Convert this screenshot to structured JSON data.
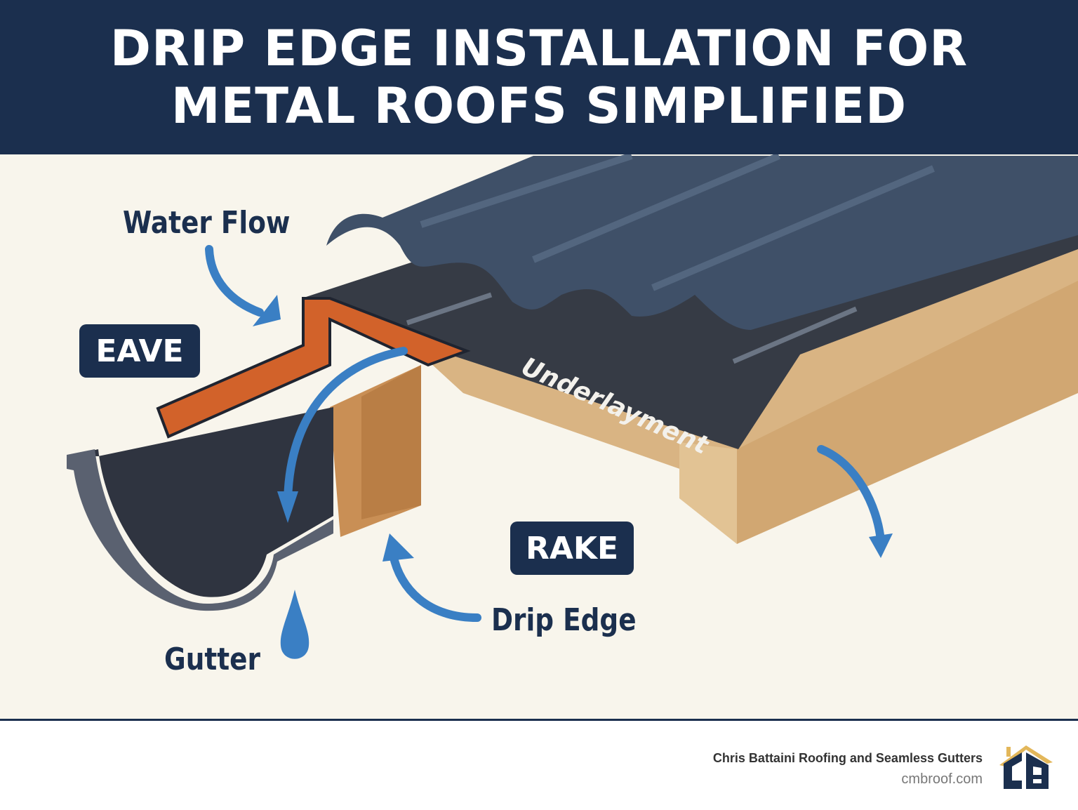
{
  "header": {
    "title": "DRIP EDGE INSTALLATION FOR METAL ROOFS SIMPLIFIED"
  },
  "labels": {
    "water_flow": "Water Flow",
    "eave": "EAVE",
    "underlayment": "Underlayment",
    "rake": "RAKE",
    "drip_edge": "Drip Edge",
    "gutter": "Gutter"
  },
  "footer": {
    "company": "Chris Battaini Roofing and Seamless Gutters",
    "url": "cmbroof.com",
    "logo_text": "CB"
  },
  "colors": {
    "navy": "#1b2f4e",
    "background": "#f8f5ec",
    "metal_roof": "#3f5068",
    "underlayment": "#363b45",
    "drip_edge": "#d2622a",
    "wood": "#d6b07f",
    "water_arrow": "#3a7fc4",
    "logo_gold": "#e3b75a"
  }
}
